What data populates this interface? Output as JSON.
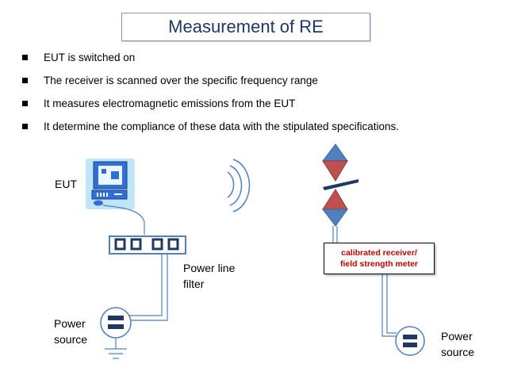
{
  "title": "Measurement of RE",
  "bullets": [
    "EUT is switched on",
    "The receiver is scanned over the specific frequency range",
    "It measures electromagnetic emissions from the EUT",
    "It determine the compliance of these data with the stipulated specifications."
  ],
  "diagram": {
    "eut_label": "EUT",
    "power_line_filter_label_1": "Power line",
    "power_line_filter_label_2": "filter",
    "power_source_left_1": "Power",
    "power_source_left_2": "source",
    "receiver_line_1": "calibrated receiver/",
    "receiver_line_2": "field strength meter",
    "power_source_right_1": "Power",
    "power_source_right_2": "source"
  },
  "colors": {
    "title_text": "#1f3864",
    "wire": "#4f81bd",
    "antenna_blue": "#4f81bd",
    "antenna_red": "#c0504d",
    "receiver_text": "#c00000"
  },
  "icons": [
    "computer-icon",
    "filter-box-icon",
    "outlet-icon",
    "ground-icon",
    "antenna-icon",
    "radiation-waves-icon"
  ]
}
